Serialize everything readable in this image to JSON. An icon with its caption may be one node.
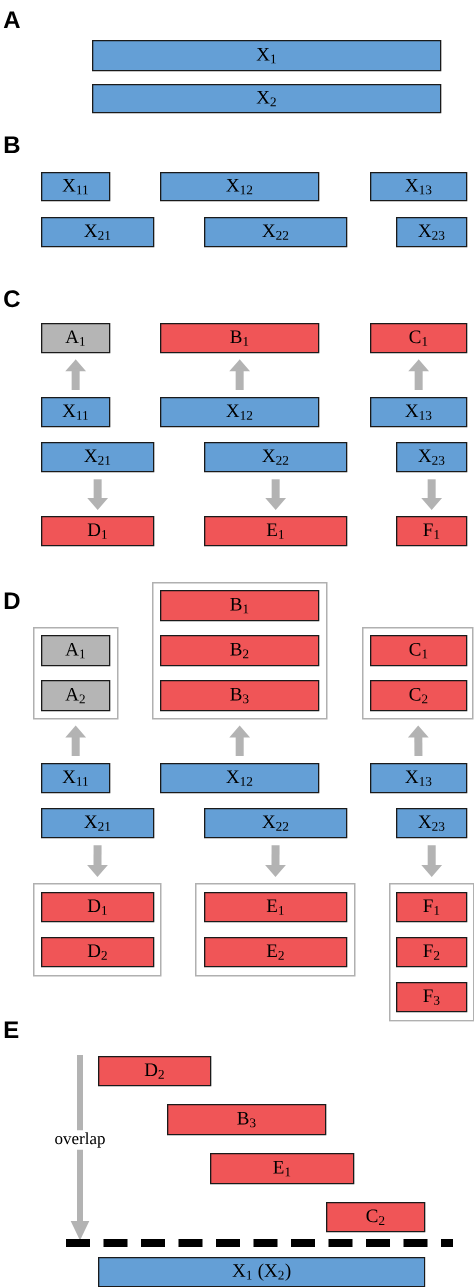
{
  "diagram": {
    "nodes": [
      {
        "text": [
          "X$_{1}$"
        ]
      },
      {
        "text": [
          "X$_{2}$"
        ]
      },
      {
        "text": [
          "X$_{11}$"
        ]
      },
      {
        "text": [
          "X$_{12}$"
        ]
      },
      {
        "text": [
          "X$_{13}$"
        ]
      },
      {
        "text": [
          "X$_{21}$"
        ]
      },
      {
        "text": [
          "X$_{22}$"
        ]
      },
      {
        "text": [
          "X$_{23}$"
        ]
      },
      {
        "text": [
          "A$_{1}$"
        ]
      },
      {
        "text": [
          "B$_{1}$"
        ]
      },
      {
        "text": [
          "C$_{1}$"
        ]
      },
      {
        "text": [
          "X$_{11}$"
        ]
      },
      {
        "text": [
          "X$_{12}$"
        ]
      },
      {
        "text": [
          "X$_{13}$"
        ]
      },
      {
        "text": [
          "X$_{21}$"
        ]
      },
      {
        "text": [
          "X$_{22}$"
        ]
      },
      {
        "text": [
          "X$_{23}$"
        ]
      },
      {
        "text": [
          "D$_{1}$"
        ]
      },
      {
        "text": [
          "E$_{1}$"
        ]
      },
      {
        "text": [
          "F$_{1}$"
        ]
      },
      {
        "text": [],
        "shape": "box"
      },
      {
        "text": [
          "B$_{1}$"
        ],
        "in": 20
      },
      {
        "text": [
          "B$_{2}$"
        ],
        "in": 20
      },
      {
        "text": [
          "B$_{3}$"
        ],
        "in": 20
      },
      {
        "text": [],
        "shape": "box"
      },
      {
        "text": [
          "A$_{1}$"
        ],
        "in": 24
      },
      {
        "text": [
          "A$_{2}$"
        ],
        "in": 24
      },
      {
        "text": [],
        "shape": "box"
      },
      {
        "text": [
          "C$_{1}$"
        ],
        "in": 27
      },
      {
        "text": [
          "C$_{2}$"
        ],
        "in": 27
      },
      {
        "text": [
          "X$_{11}$"
        ]
      },
      {
        "text": [
          "X$_{12}$"
        ]
      },
      {
        "text": [
          "X$_{13}$"
        ]
      },
      {
        "text": [
          "X$_{21}$"
        ]
      },
      {
        "text": [
          "X$_{22}$"
        ]
      },
      {
        "text": [
          "X$_{23}$"
        ]
      },
      {
        "text": [],
        "shape": "box"
      },
      {
        "text": [
          "D$_{1}$"
        ],
        "in": 36
      },
      {
        "text": [
          "D$_{2}$"
        ],
        "in": 36
      },
      {
        "text": [],
        "shape": "box"
      },
      {
        "text": [
          "E$_{1}$"
        ],
        "in": 39
      },
      {
        "text": [
          "E$_{2}$"
        ],
        "in": 39
      },
      {
        "text": [],
        "shape": "box"
      },
      {
        "text": [
          "F$_{1}$"
        ],
        "in": 42
      },
      {
        "text": [
          "F$_{2}$"
        ],
        "in": 42
      },
      {
        "text": [
          "F$_{3}$"
        ],
        "in": 42
      },
      {
        "text": [
          "D$_{2}$"
        ]
      },
      {
        "text": [
          "B$_{3}$"
        ]
      },
      {
        "text": [
          "E$_{1}$"
        ]
      },
      {
        "text": [
          "C$_{2}$"
        ]
      },
      {
        "text": [
          "X$_{1}$ (X$_{2}$)"
        ]
      }
    ],
    "edges": [
      {
        "from": 11,
        "to": 8,
        "arrow": "to"
      },
      {
        "from": 12,
        "to": 9,
        "arrow": "to"
      },
      {
        "from": 13,
        "to": 10,
        "arrow": "to"
      },
      {
        "from": 14,
        "to": 17,
        "arrow": "to"
      },
      {
        "from": 15,
        "to": 18,
        "arrow": "to"
      },
      {
        "from": 16,
        "to": 19,
        "arrow": "to"
      },
      {
        "from": 30,
        "to": 24,
        "arrow": "to"
      },
      {
        "from": 31,
        "to": 20,
        "arrow": "to"
      },
      {
        "from": 32,
        "to": 27,
        "arrow": "to"
      },
      {
        "from": 33,
        "to": 36,
        "arrow": "to"
      },
      {
        "from": 34,
        "to": 39,
        "arrow": "to"
      },
      {
        "from": 35,
        "to": 42,
        "arrow": "to"
      }
    ],
    "labels": [
      "A",
      "B",
      "C",
      "D",
      "E",
      "overlap"
    ]
  }
}
